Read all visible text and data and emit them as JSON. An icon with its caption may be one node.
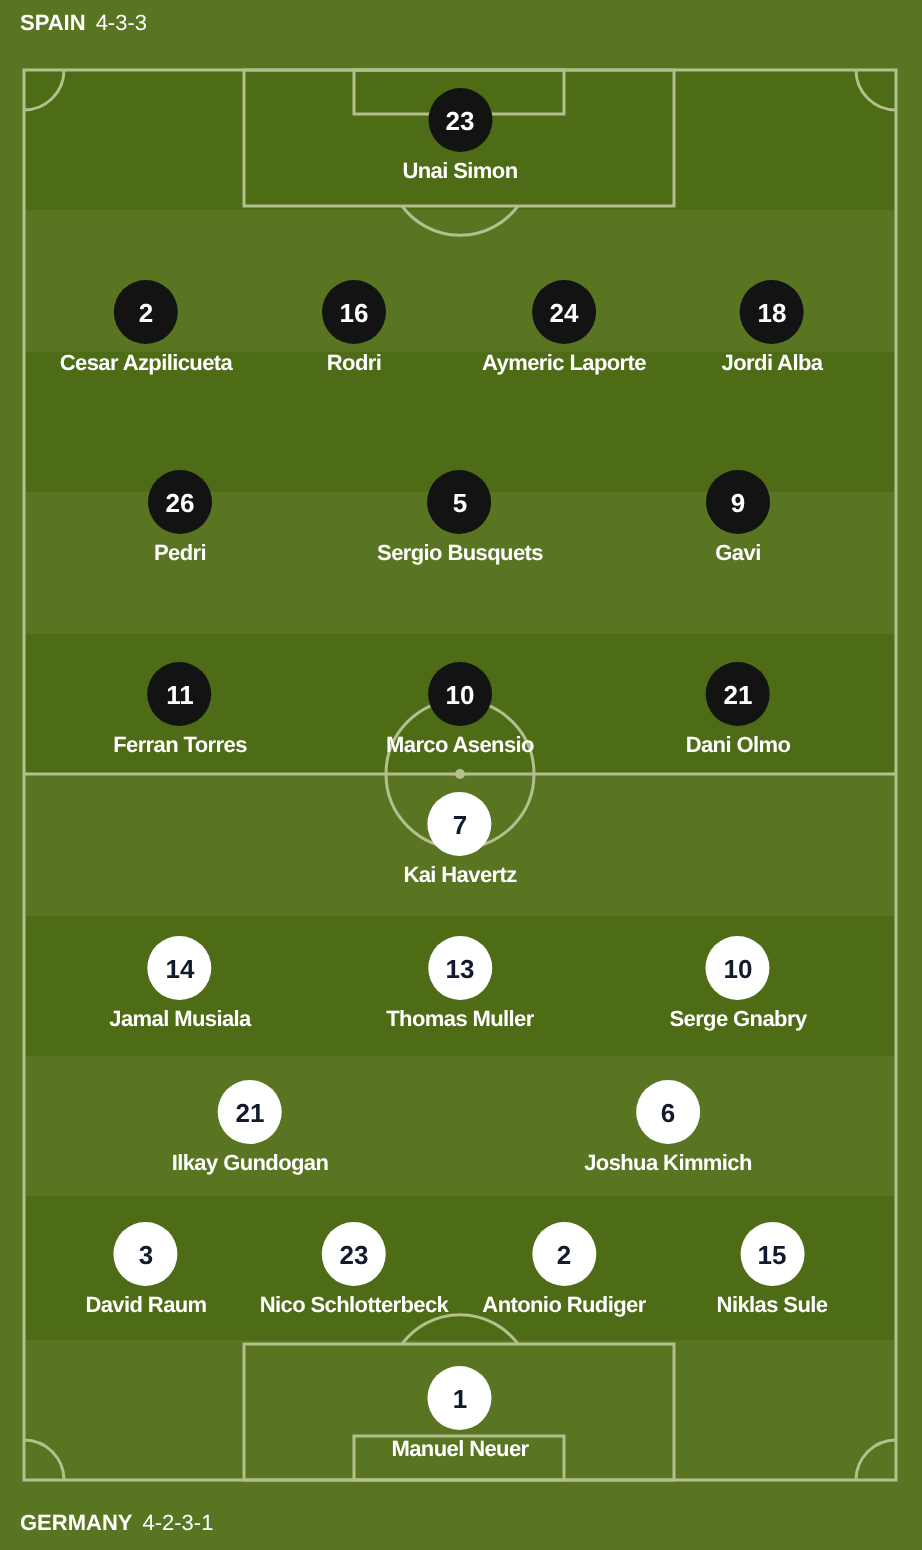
{
  "diagram": {
    "nodes": [
      {
        "text": [
          "23"
        ],
        "beside": [
          "Unai Simon"
        ]
      },
      {
        "text": [
          "2"
        ],
        "beside": [
          "Cesar Azpilicueta"
        ]
      },
      {
        "text": [
          "16"
        ],
        "beside": [
          "Rodri"
        ]
      },
      {
        "text": [
          "24"
        ],
        "beside": [
          "Aymeric Laporte"
        ]
      },
      {
        "text": [
          "18"
        ],
        "beside": [
          "Jordi Alba"
        ]
      },
      {
        "text": [
          "26"
        ],
        "beside": [
          "Pedri"
        ]
      },
      {
        "text": [
          "5"
        ],
        "beside": [
          "Sergio Busquets"
        ]
      },
      {
        "text": [
          "9"
        ],
        "beside": [
          "Gavi"
        ]
      },
      {
        "text": [
          "11"
        ],
        "beside": [
          "Ferran Torres"
        ]
      },
      {
        "text": [
          "10"
        ],
        "beside": [
          "Marco Asensio"
        ]
      },
      {
        "text": [
          "21"
        ],
        "beside": [
          "Dani Olmo"
        ]
      },
      {
        "text": [
          "7"
        ],
        "beside": [
          "Kai Havertz"
        ]
      },
      {
        "text": [
          "14"
        ],
        "beside": [
          "Jamal Musiala"
        ]
      },
      {
        "text": [
          "13"
        ],
        "beside": [
          "Thomas Muller"
        ]
      },
      {
        "text": [
          "10"
        ],
        "beside": [
          "Serge Gnabry"
        ]
      },
      {
        "text": [
          "21"
        ],
        "beside": [
          "Ilkay Gundogan"
        ]
      },
      {
        "text": [
          "6"
        ],
        "beside": [
          "Joshua Kimmich"
        ]
      },
      {
        "text": [
          "3"
        ],
        "beside": [
          "David Raum"
        ]
      },
      {
        "text": [
          "23"
        ],
        "beside": [
          "Nico Schlotterbeck"
        ]
      },
      {
        "text": [
          "2"
        ],
        "beside": [
          "Antonio Rudiger"
        ]
      },
      {
        "text": [
          "15"
        ],
        "beside": [
          "Niklas Sule"
        ]
      },
      {
        "text": [
          "1"
        ],
        "beside": [
          "Manuel Neuer"
        ]
      }
    ],
    "labels": [
      "SPAIN",
      "4-3-3",
      "GERMANY",
      "4-2-3-1"
    ]
  }
}
